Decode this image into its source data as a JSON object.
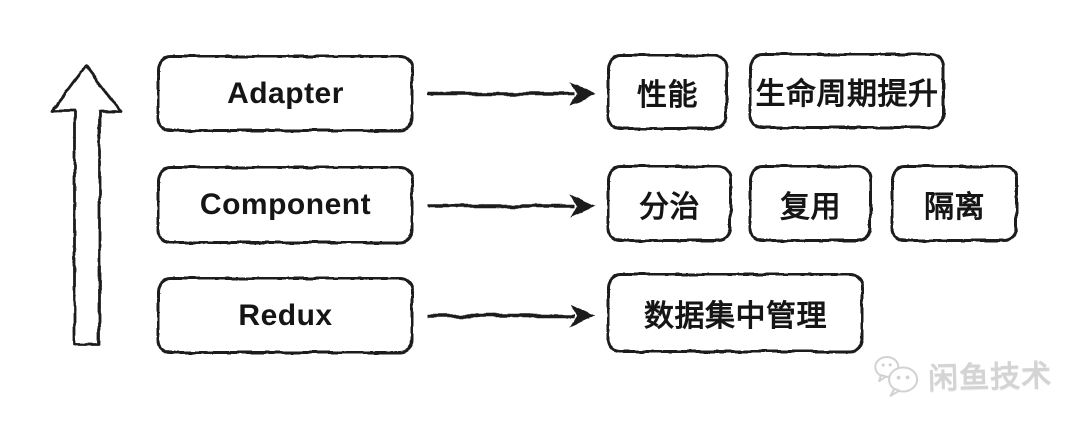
{
  "diagram": {
    "rows": [
      {
        "source": {
          "label": "Adapter"
        },
        "targets": [
          {
            "label": "性能"
          },
          {
            "label": "生命周期提升"
          }
        ]
      },
      {
        "source": {
          "label": "Component"
        },
        "targets": [
          {
            "label": "分治"
          },
          {
            "label": "复用"
          },
          {
            "label": "隔离"
          }
        ]
      },
      {
        "source": {
          "label": "Redux"
        },
        "targets": [
          {
            "label": "数据集中管理"
          }
        ]
      }
    ],
    "colors": {
      "stroke": "#1b1b1b",
      "text": "#151515",
      "background": "#ffffff",
      "watermark": "#d4d4d4"
    }
  },
  "watermark": {
    "label": "闲鱼技术",
    "icon": "chat-bubbles-icon"
  }
}
